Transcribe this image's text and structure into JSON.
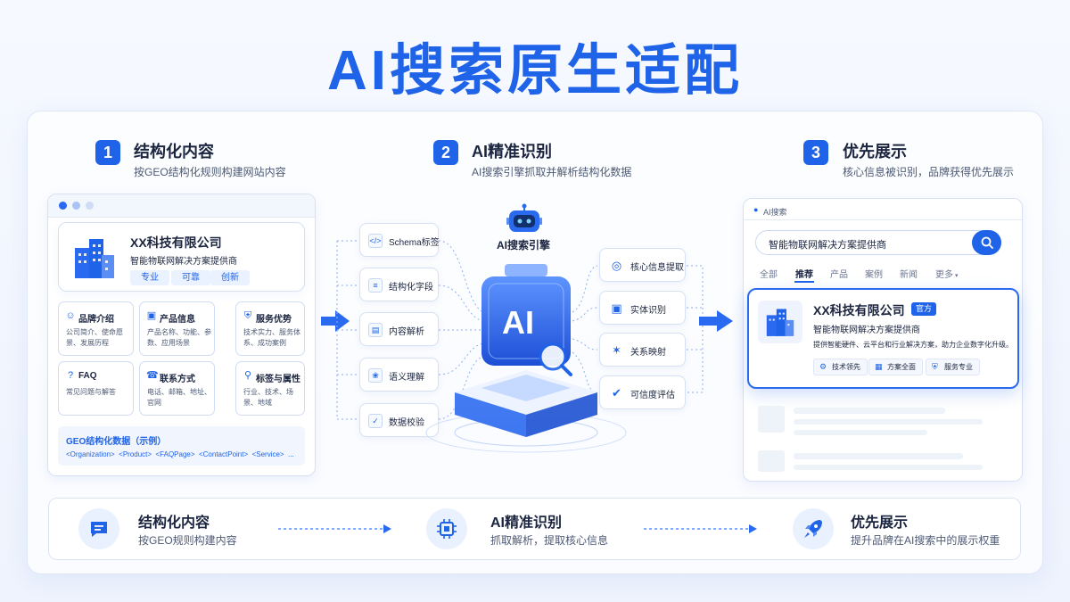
{
  "title": "AI搜索原生适配",
  "steps": [
    {
      "num": "1",
      "title": "结构化内容",
      "subtitle": "按GEO结构化规则构建网站内容"
    },
    {
      "num": "2",
      "title": "AI精准识别",
      "subtitle": "AI搜索引擎抓取并解析结构化数据"
    },
    {
      "num": "3",
      "title": "优先展示",
      "subtitle": "核心信息被识别，品牌获得优先展示"
    }
  ],
  "website": {
    "company": "XX科技有限公司",
    "desc": "智能物联网解决方案提供商",
    "tags": [
      "专业",
      "可靠",
      "创新"
    ],
    "features": [
      {
        "icon": "user-icon",
        "title": "品牌介绍",
        "desc": "公司简介、使命愿景、发展历程"
      },
      {
        "icon": "box-icon",
        "title": "产品信息",
        "desc": "产品名称、功能、参数、应用场景"
      },
      {
        "icon": "shield-icon",
        "title": "服务优势",
        "desc": "技术实力、服务体系、成功案例"
      },
      {
        "icon": "question-icon",
        "title": "FAQ",
        "desc": "常见问题与解答"
      },
      {
        "icon": "phone-icon",
        "title": "联系方式",
        "desc": "电话、邮箱、地址、官网"
      },
      {
        "icon": "pin-icon",
        "title": "标签与属性",
        "desc": "行业、技术、场景、地域"
      }
    ],
    "geo_title": "GEO结构化数据（示例）",
    "geo_code": "<Organization>  <Product>  <FAQPage>  <ContactPoint>  <Service>  ..."
  },
  "engine": {
    "robot_label": "AI搜索引擎",
    "core_text": "AI",
    "inputs": [
      {
        "icon": "code-icon",
        "label": "Schema标签"
      },
      {
        "icon": "list-icon",
        "label": "结构化字段"
      },
      {
        "icon": "doc-icon",
        "label": "内容解析"
      },
      {
        "icon": "brain-icon",
        "label": "语义理解"
      },
      {
        "icon": "check-shield-icon",
        "label": "数据校验"
      }
    ],
    "outputs": [
      {
        "icon": "target-icon",
        "label": "核心信息提取"
      },
      {
        "icon": "cube-icon",
        "label": "实体识别"
      },
      {
        "icon": "network-icon",
        "label": "关系映射"
      },
      {
        "icon": "verified-icon",
        "label": "可信度评估"
      }
    ]
  },
  "search": {
    "header": "AI搜索",
    "query": "智能物联网解决方案提供商",
    "tabs": [
      "全部",
      "推荐",
      "产品",
      "案例",
      "新闻",
      "更多"
    ],
    "active_tab": "推荐",
    "result_company": "XX科技有限公司",
    "official_badge": "官方",
    "result_subtitle": "智能物联网解决方案提供商",
    "result_desc": "提供智能硬件、云平台和行业解决方案，助力企业数字化升级。",
    "result_tags": [
      "技术领先",
      "方案全面",
      "服务专业"
    ]
  },
  "summary": [
    {
      "icon": "chat-icon",
      "title": "结构化内容",
      "desc": "按GEO规则构建内容"
    },
    {
      "icon": "chip-icon",
      "title": "AI精准识别",
      "desc": "抓取解析，提取核心信息"
    },
    {
      "icon": "rocket-icon",
      "title": "优先展示",
      "desc": "提升品牌在AI搜索中的展示权重"
    }
  ],
  "colors": {
    "accent": "#1f63e8",
    "text": "#1b2540",
    "muted": "#4d5a75",
    "border": "#d6e1f5"
  }
}
